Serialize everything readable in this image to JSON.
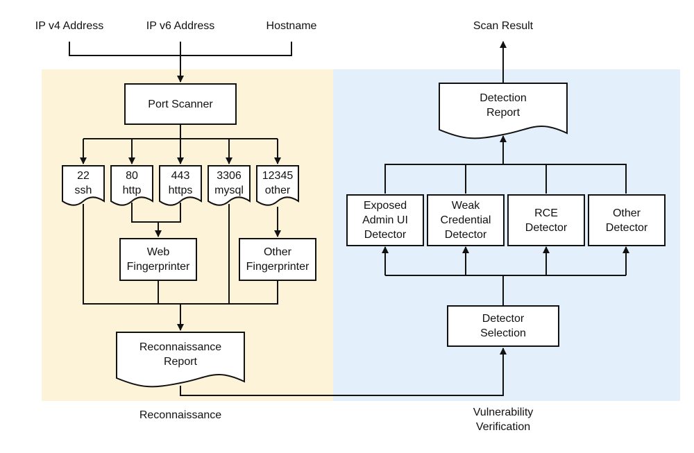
{
  "inputs": {
    "ipv4": "IP v4 Address",
    "ipv6": "IP v6 Address",
    "hostname": "Hostname"
  },
  "output": {
    "scan_result": "Scan Result"
  },
  "reconnaissance": {
    "port_scanner": "Port Scanner",
    "ports": [
      {
        "port": "22",
        "service": "ssh"
      },
      {
        "port": "80",
        "service": "http"
      },
      {
        "port": "443",
        "service": "https"
      },
      {
        "port": "3306",
        "service": "mysql"
      },
      {
        "port": "12345",
        "service": "other"
      }
    ],
    "web_fingerprinter": "Web\nFingerprinter",
    "other_fingerprinter": "Other\nFingerprinter",
    "report": "Reconnaissance\nReport",
    "region_label": "Reconnaissance",
    "region_color": "#fdf3d9"
  },
  "verification": {
    "detection_report": "Detection\nReport",
    "detectors": [
      "Exposed\nAdmin UI\nDetector",
      "Weak\nCredential\nDetector",
      "RCE\nDetector",
      "Other\nDetector"
    ],
    "detector_selection": "Detector\nSelection",
    "region_label": "Vulnerability\nVerification",
    "region_color": "#e3effb"
  }
}
